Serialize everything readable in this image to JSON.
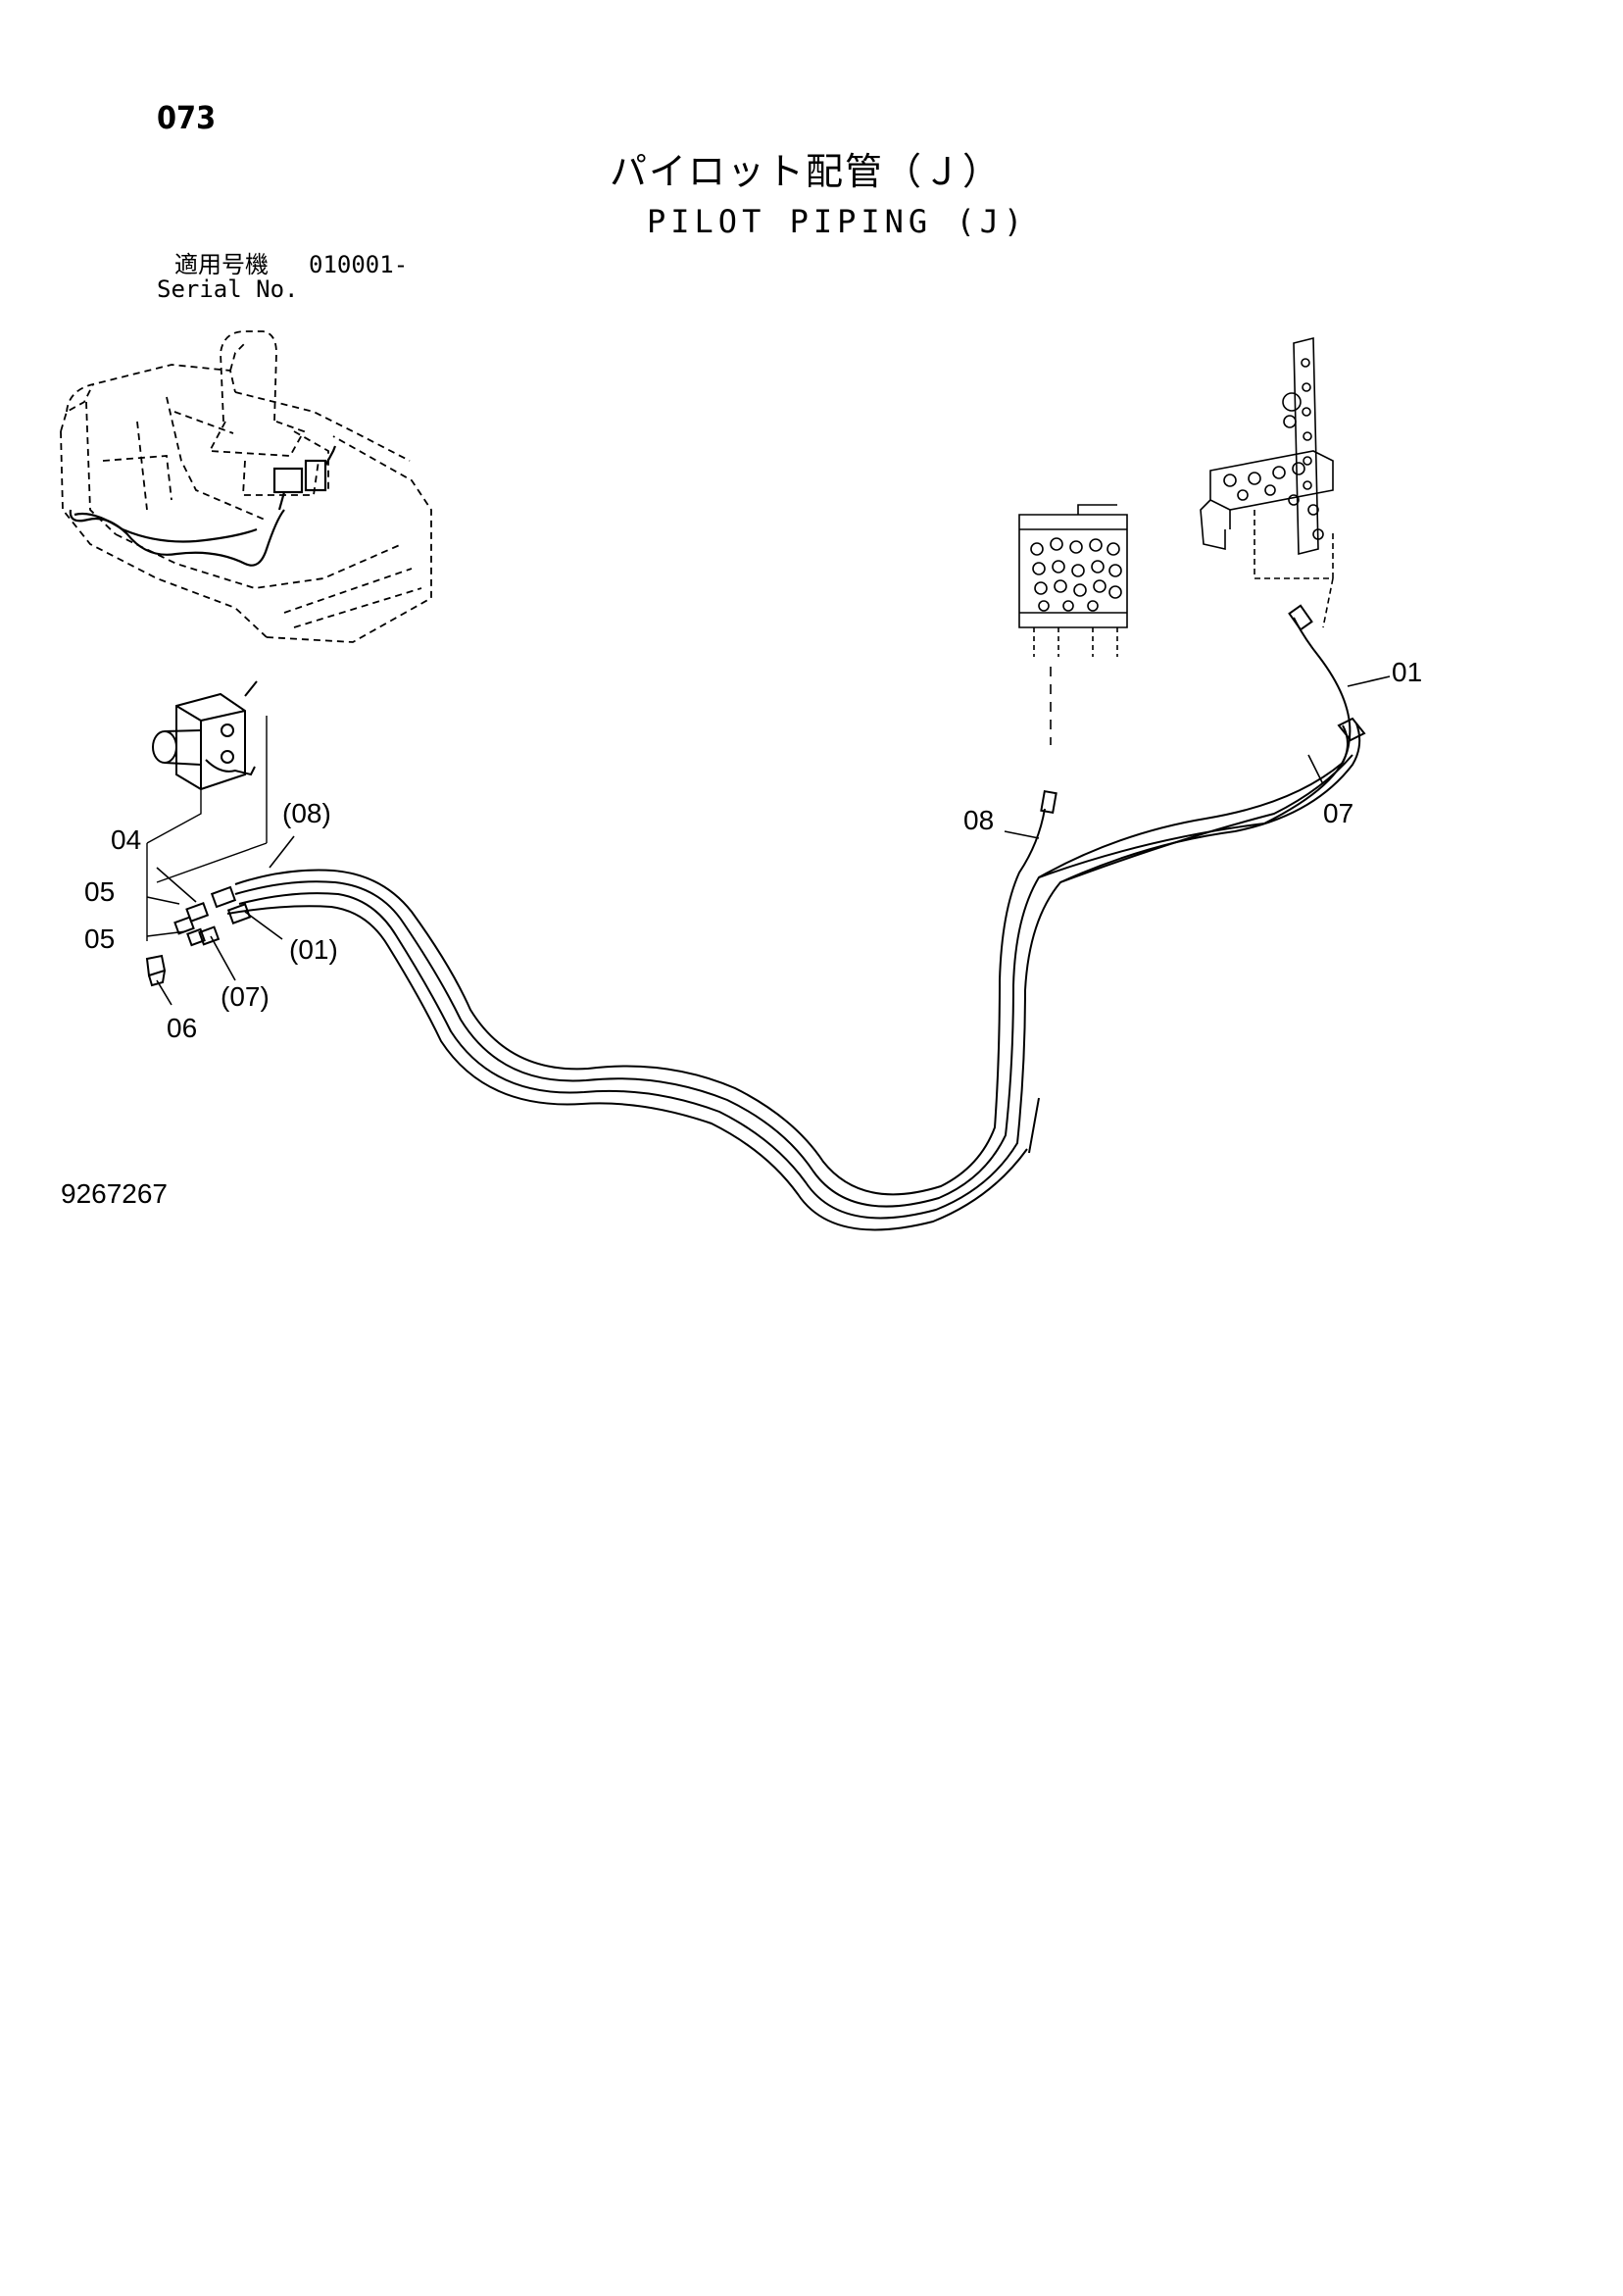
{
  "header": {
    "page_number": "073",
    "title_jp": "パイロット配管（Ｊ）",
    "title_en": "PILOT PIPING (J)"
  },
  "serial": {
    "label_jp": "適用号機",
    "range": "010001-",
    "label_en": "Serial No."
  },
  "callouts": {
    "c01": "01",
    "c07": "07",
    "c08": "08",
    "c08_paren": "(08)",
    "c04": "04",
    "c05_upper": "05",
    "c05_lower": "05",
    "c01_paren": "(01)",
    "c07_paren": "(07)",
    "c06": "06"
  },
  "footer": {
    "drawing_number": "9267267"
  }
}
